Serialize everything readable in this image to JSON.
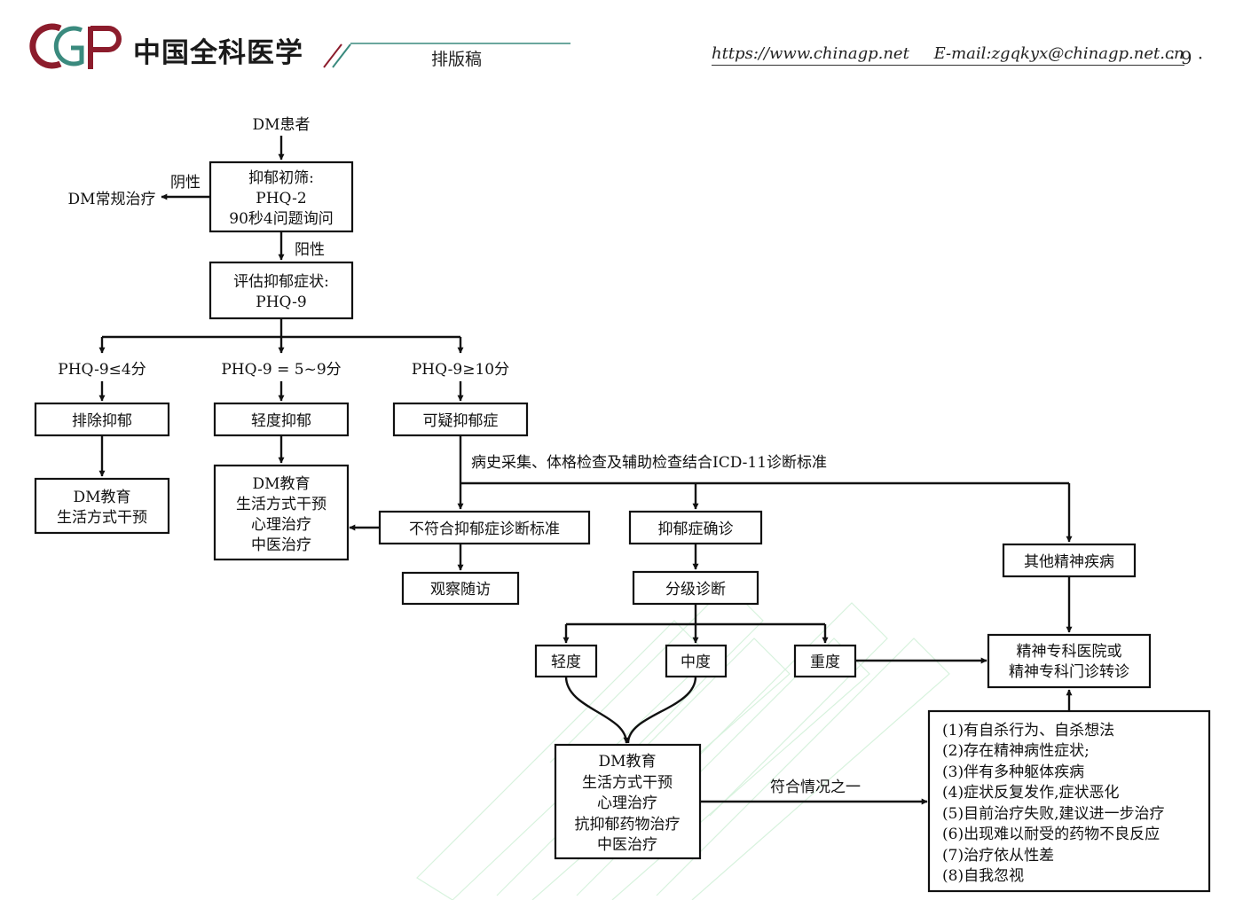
{
  "header": {
    "logo_text": "中国全科医学",
    "draft_label": "排版稿",
    "website": "https://www.chinagp.net",
    "email": "E-mail:zgqkyx@chinagp.net.cn",
    "page_number": "· 9 ·"
  },
  "flow": {
    "start": "DM患者",
    "screen_line1": "抑郁初筛:",
    "screen_line2": "PHQ-2",
    "screen_line3": "90秒4问题询问",
    "negative": "阴性",
    "routine_treatment": "DM常规治疗",
    "positive": "阳性",
    "assess_line1": "评估抑郁症状:",
    "assess_line2": "PHQ-9",
    "branch_low": "PHQ-9≤4分",
    "branch_mid": "PHQ-9 = 5~9分",
    "branch_high": "PHQ-9≥10分",
    "exclude": "排除抑郁",
    "mild_depression": "轻度抑郁",
    "suspected": "可疑抑郁症",
    "low_tx_line1": "DM教育",
    "low_tx_line2": "生活方式干预",
    "mid_tx_line1": "DM教育",
    "mid_tx_line2": "生活方式干预",
    "mid_tx_line3": "心理治疗",
    "mid_tx_line4": "中医治疗",
    "diagnosis_note": "病史采集、体格检查及辅助检查结合ICD-11诊断标准",
    "not_meet": "不符合抑郁症诊断标准",
    "confirmed": "抑郁症确诊",
    "other_mental": "其他精神疾病",
    "observe": "观察随访",
    "grading": "分级诊断",
    "mild": "轻度",
    "moderate": "中度",
    "severe": "重度",
    "referral_line1": "精神专科医院或",
    "referral_line2": "精神专科门诊转诊",
    "combo_line1": "DM教育",
    "combo_line2": "生活方式干预",
    "combo_line3": "心理治疗",
    "combo_line4": "抗抑郁药物治疗",
    "combo_line5": "中医治疗",
    "condition": "符合情况之一",
    "criteria": [
      "(1)有自杀行为、自杀想法",
      "(2)存在精神病性症状;",
      "(3)伴有多种躯体疾病",
      "(4)症状反复发作,症状恶化",
      "(5)目前治疗失败,建议进一步治疗",
      "(6)出现难以耐受的药物不良反应",
      "(7)治疗依从性差",
      "(8)自我忽视"
    ]
  }
}
